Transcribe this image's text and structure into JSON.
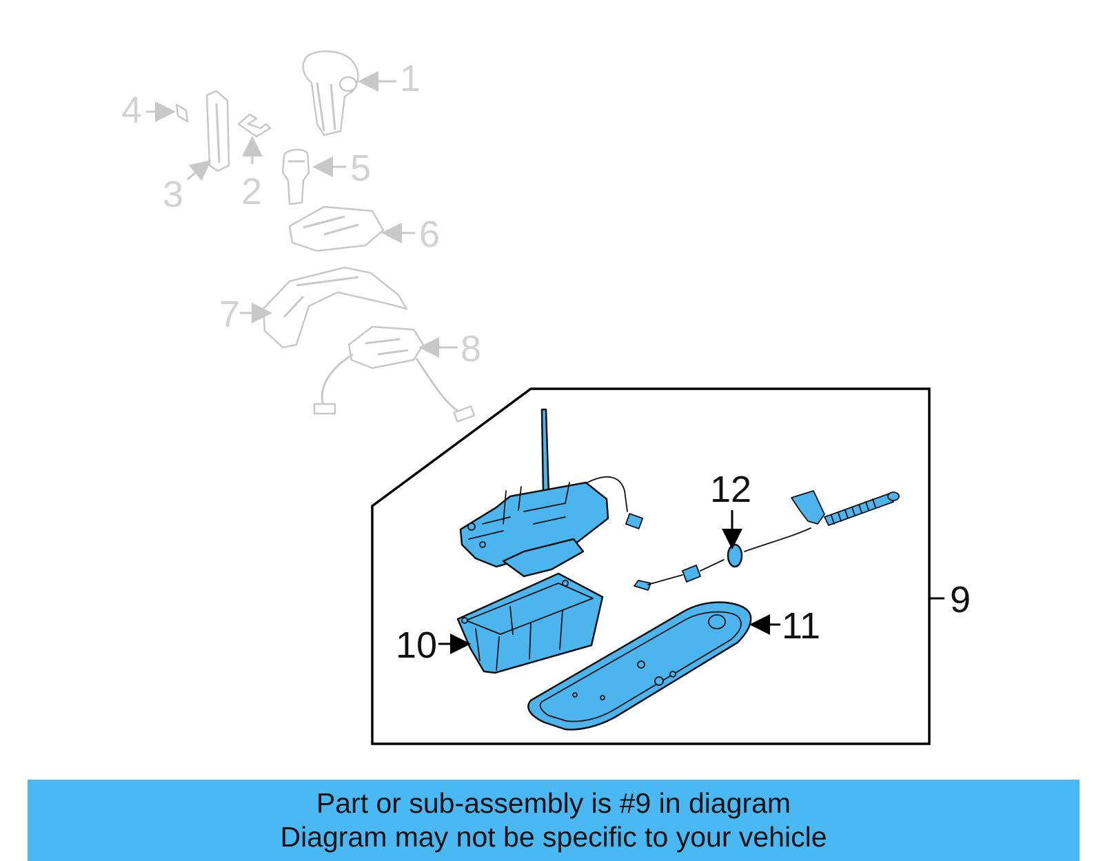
{
  "callouts": {
    "c1": "1",
    "c2": "2",
    "c3": "3",
    "c4": "4",
    "c5": "5",
    "c6": "6",
    "c7": "7",
    "c8": "8",
    "c9": "9",
    "c10": "10",
    "c11": "11",
    "c12": "12"
  },
  "banner": {
    "line1": "Part or sub-assembly is #9 in diagram",
    "line2": "Diagram may not be specific to your vehicle"
  },
  "colors": {
    "highlight_part": "#4db5ee",
    "banner_background": "#4ab8f3",
    "ghost_part": "#c8c8c8",
    "outline": "#111111"
  }
}
